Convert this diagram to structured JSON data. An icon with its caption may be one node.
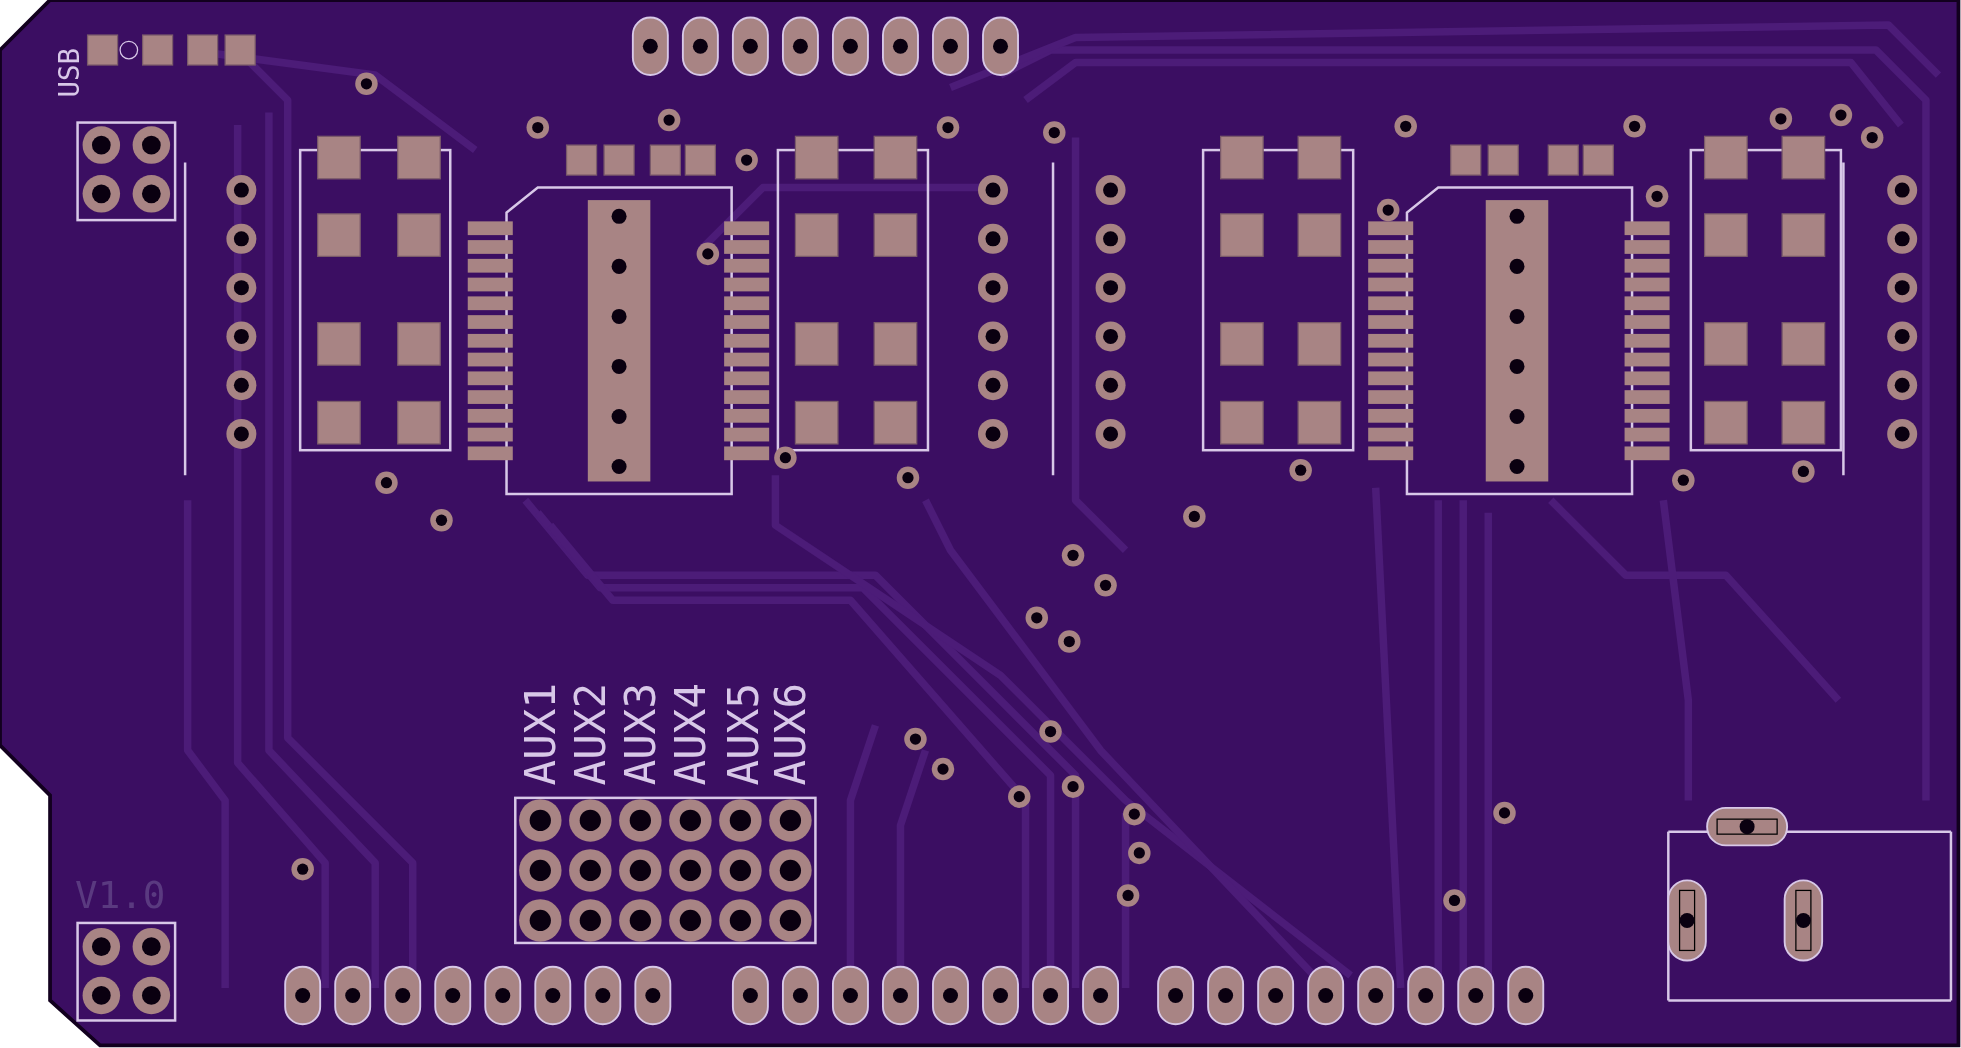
{
  "diagram": {
    "labels": [
      "USB",
      "AUX1",
      "AUX2",
      "AUX3",
      "AUX4",
      "AUX5",
      "AUX6",
      "V1.0"
    ]
  }
}
